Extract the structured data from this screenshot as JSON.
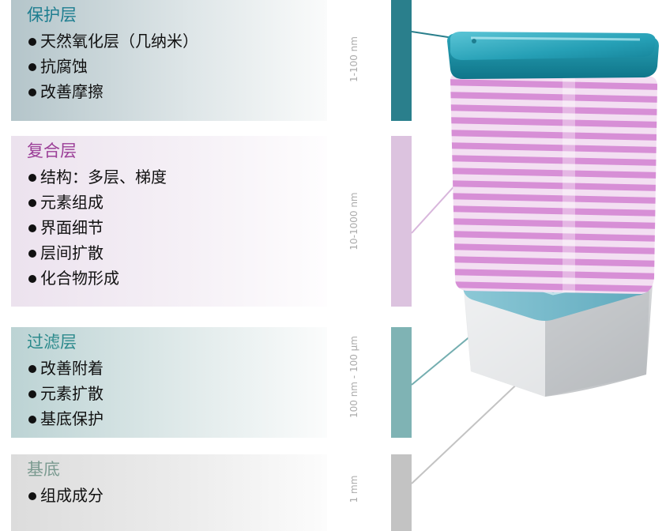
{
  "layers": [
    {
      "id": "protective",
      "title": "保护层",
      "items": [
        "天然氧化层（几纳米）",
        "抗腐蚀",
        "改善摩擦"
      ],
      "scale": "1-100 nm"
    },
    {
      "id": "composite",
      "title": "复合层",
      "items": [
        "结构：多层、梯度",
        "元素组成",
        "界面细节",
        "层间扩散",
        "化合物形成"
      ],
      "scale": "10-1000 nm"
    },
    {
      "id": "filter",
      "title": "过滤层",
      "items": [
        "改善附着",
        "元素扩散",
        "基底保护"
      ],
      "scale": "100 nm - 100 µm"
    },
    {
      "id": "substrate",
      "title": "基底",
      "items": [
        "组成成分"
      ],
      "scale": "1 mm"
    }
  ],
  "colors": {
    "protective_bar": "#2a7f8c",
    "composite_bar": "#dcc3df",
    "filter_bar": "#7fb3b4",
    "substrate_bar": "#c3c3c3",
    "protective_block": "#2aa4b8",
    "composite_stripe": "#d78fd6",
    "filter_block": "#8ac6d2",
    "substrate_block": "#d9dbdd"
  }
}
